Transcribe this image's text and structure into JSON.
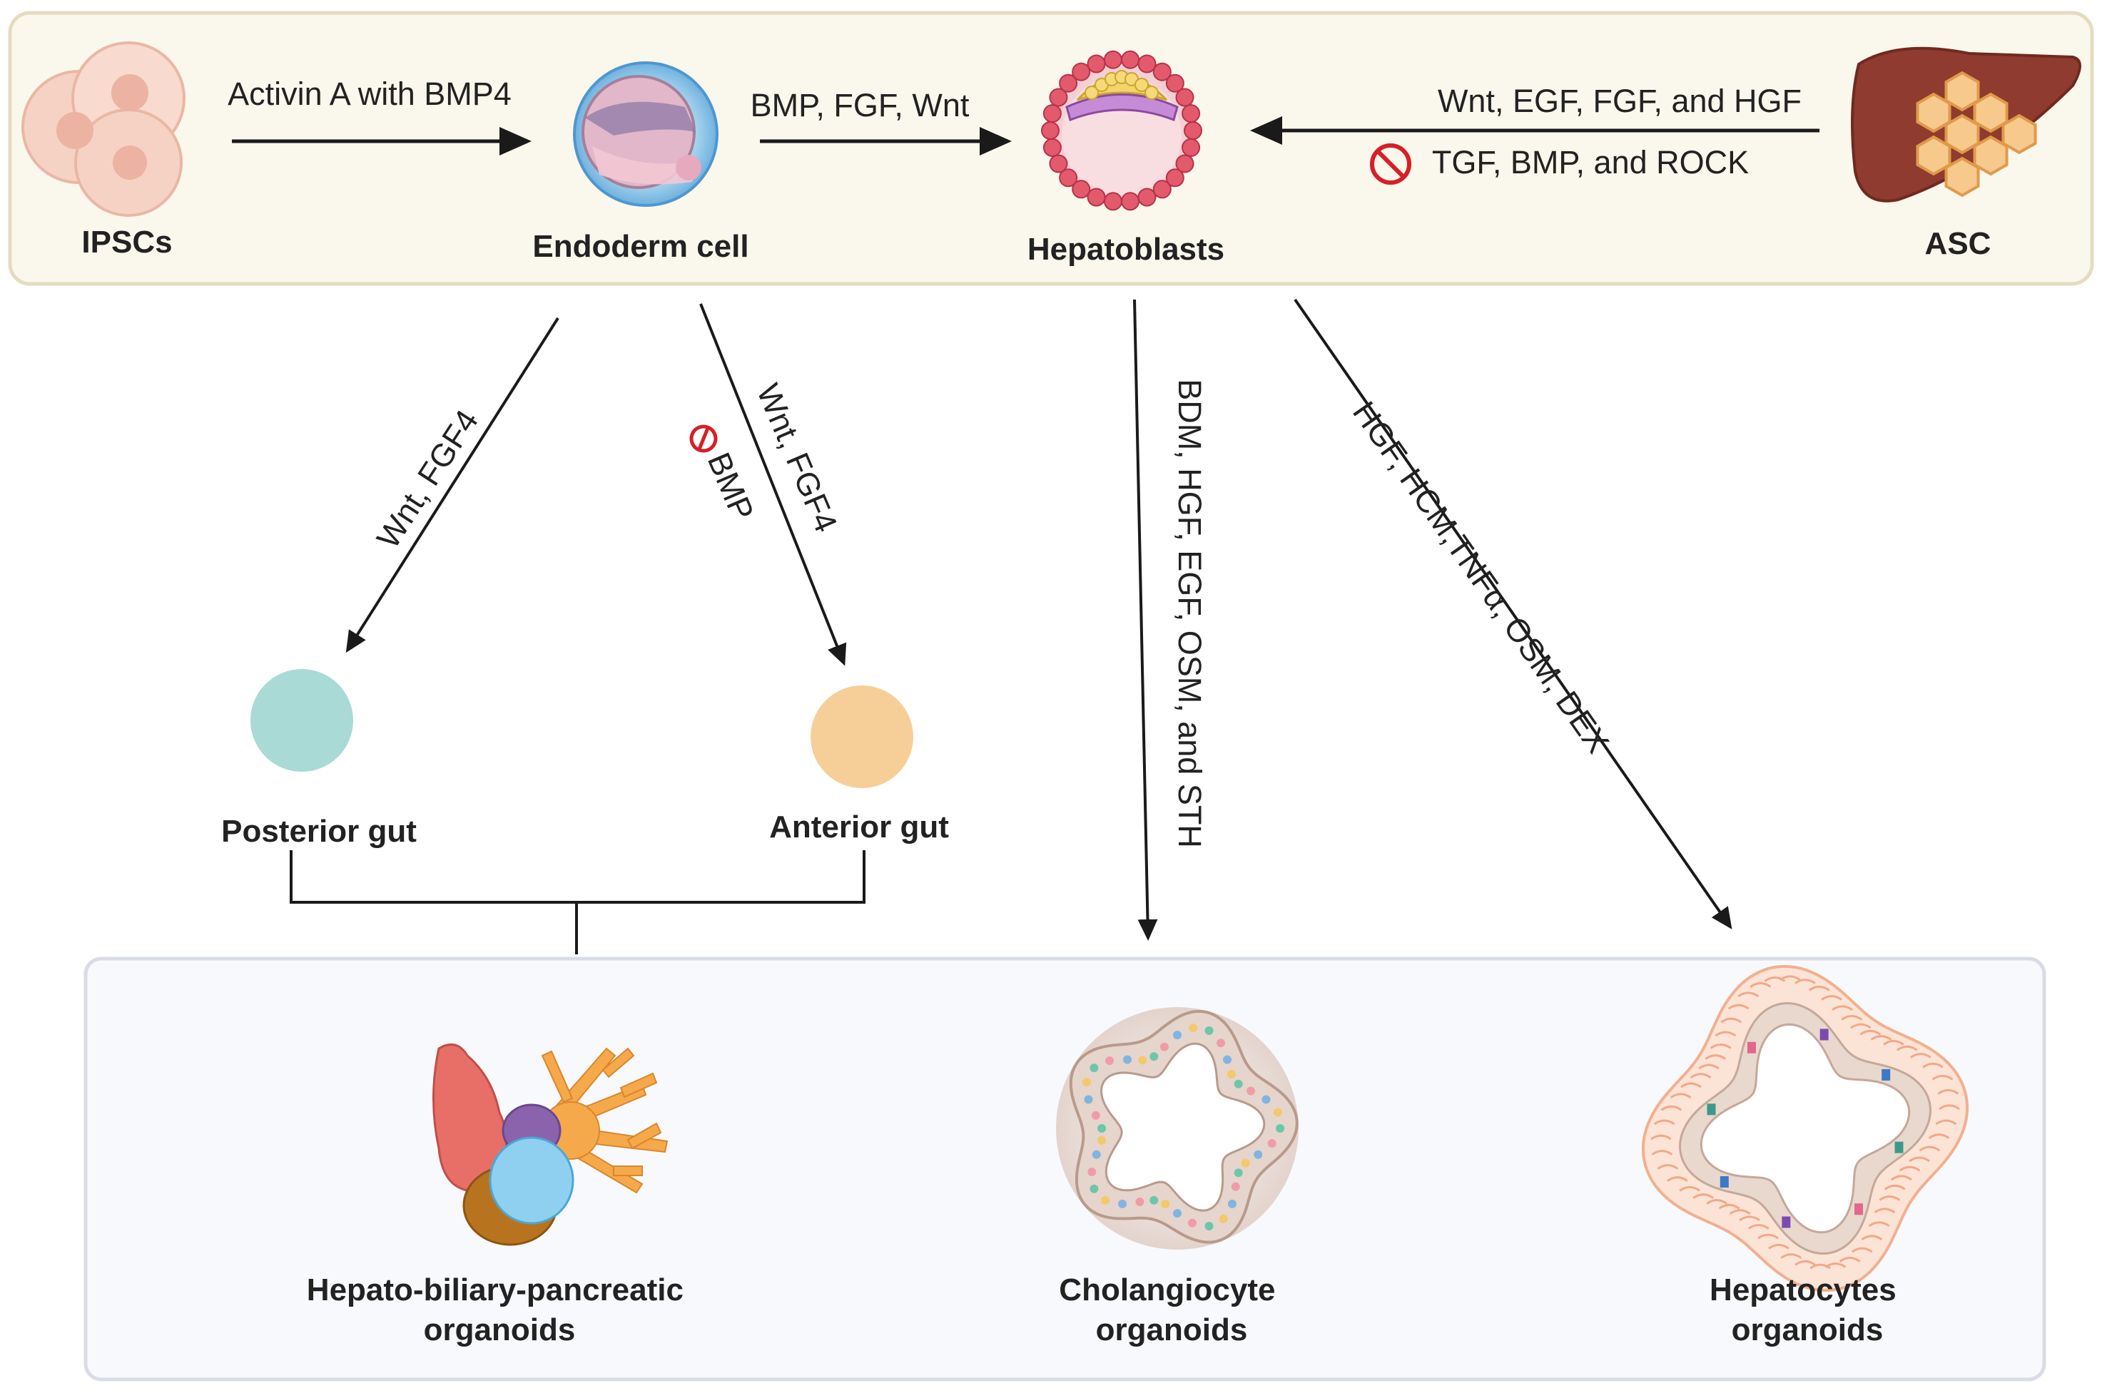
{
  "nodes": {
    "ipscs": "IPSCs",
    "endoderm": "Endoderm cell",
    "hepatoblasts": "Hepatoblasts",
    "asc": "ASC",
    "posterior_gut": "Posterior gut",
    "anterior_gut": "Anterior gut",
    "hbp_organoids": [
      "Hepato-biliary-pancreatic",
      "organoids"
    ],
    "cholangiocyte_organoids": [
      "Cholangiocyte",
      "organoids"
    ],
    "hepatocyte_organoids": [
      "Hepatocytes",
      "organoids"
    ]
  },
  "edges": {
    "ipscs_to_endoderm": "Activin A with BMP4",
    "endoderm_to_hepatoblasts": "BMP, FGF, Wnt",
    "asc_to_hepatoblasts": "Wnt, EGF, FGF, and HGF",
    "asc_to_hepatoblasts_inhibit": "TGF, BMP, and ROCK",
    "endoderm_to_posterior": "Wnt, FGF4",
    "endoderm_to_anterior": "Wnt, FGF4",
    "endoderm_to_anterior_inhibit": "BMP",
    "hepatoblasts_to_cholangiocyte": "BDM, HGF, EGF, OSM, and STH",
    "hepatoblasts_to_hepatocyte": "HGF, HCM,TNFα, OSM, DEX"
  },
  "colors": {
    "top_panel_fill": "#faf7ec",
    "top_panel_border": "#e4dcc0",
    "bottom_panel_fill": "#f8f9fc",
    "bottom_panel_border": "#d9dce6",
    "posterior_gut": "#a9dad5",
    "anterior_gut": "#f6cf98",
    "inhibit_red": "#d61f26",
    "arrow": "#1a1a1a"
  }
}
